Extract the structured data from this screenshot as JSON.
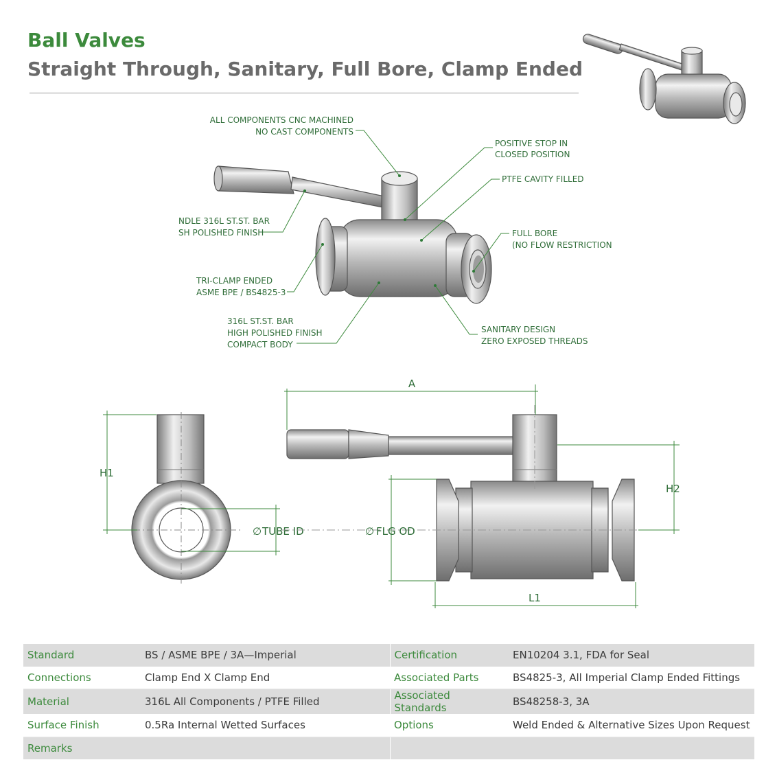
{
  "header": {
    "title": "Ball Valves",
    "subtitle": "Straight Through, Sanitary, Full Bore, Clamp Ended"
  },
  "callouts": {
    "cnc": [
      "ALL COMPONENTS CNC MACHINED",
      "NO CAST COMPONENTS"
    ],
    "stop": [
      "POSITIVE STOP IN",
      "CLOSED POSITION"
    ],
    "ptfe": [
      "PTFE CAVITY FILLED"
    ],
    "fullbore": [
      "FULL BORE",
      "(NO FLOW RESTRICTION"
    ],
    "handle": [
      "NDLE 316L ST.ST. BAR",
      "SH POLISHED FINISH"
    ],
    "triclamp": [
      "TRI-CLAMP ENDED",
      "ASME BPE / BS4825-3"
    ],
    "body": [
      "316L ST.ST. BAR",
      "HIGH POLISHED FINISH",
      "COMPACT BODY"
    ],
    "sanitary": [
      "SANITARY DESIGN",
      "ZERO EXPOSED THREADS"
    ]
  },
  "dimensions": {
    "a": "A",
    "h1": "H1",
    "h2": "H2",
    "l1": "L1",
    "tube_id": "TUBE ID",
    "flg_od": "FLG OD"
  },
  "specs": [
    {
      "k1": "Standard",
      "v1": "BS / ASME BPE / 3A—Imperial",
      "k2": "Certification",
      "v2": "EN10204 3.1, FDA for Seal"
    },
    {
      "k1": "Connections",
      "v1": "Clamp End X Clamp End",
      "k2": "Associated Parts",
      "v2": "BS4825-3, All Imperial Clamp Ended Fittings"
    },
    {
      "k1": "Material",
      "v1": "316L All Components /  PTFE Filled",
      "k2": "Associated Standards",
      "v2": "BS48258-3, 3A"
    },
    {
      "k1": "Surface Finish",
      "v1": "0.5Ra Internal Wetted Surfaces",
      "k2": "Options",
      "v2": "Weld Ended & Alternative Sizes Upon Request"
    },
    {
      "k1": "Remarks",
      "v1": "",
      "k2": "",
      "v2": ""
    }
  ],
  "colors": {
    "accent_green": "#3c8a3c",
    "subtitle_grey": "#6a6a6a",
    "row_shade": "#dcdcdc"
  }
}
